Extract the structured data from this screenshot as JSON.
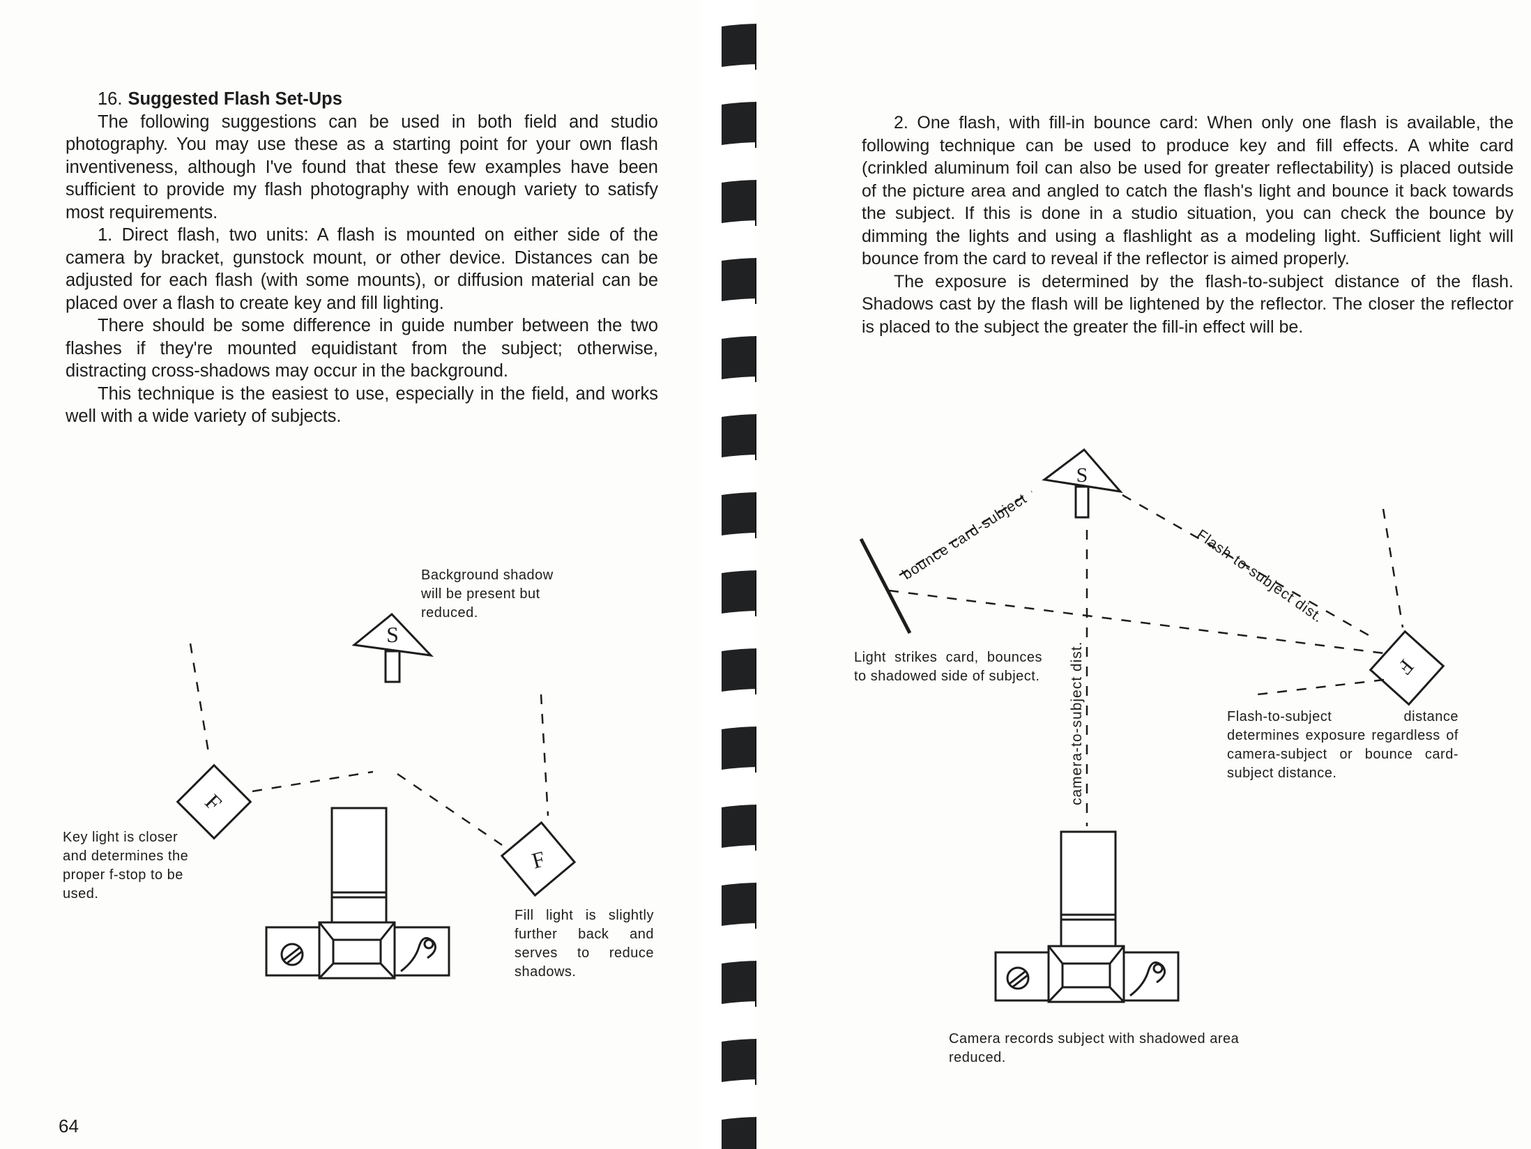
{
  "left_page": {
    "heading_number": "16.",
    "heading_title": "Suggested Flash Set-Ups",
    "paragraphs": [
      "The following suggestions can be used in both field and studio photography. You may use these as a starting point for your own flash inventiveness, although I've found that these few examples have been sufficient to provide my flash photography with enough variety to satisfy most requirements.",
      "1. Direct flash, two units: A flash is mounted on either side of the camera by bracket, gunstock mount, or other device. Distances can be adjusted for each flash (with some mounts), or diffusion material can be placed over a flash to create key and fill lighting.",
      "There should be some difference in guide number between the two flashes if they're mounted equidistant from the subject; otherwise, distracting cross-shadows may occur in the background.",
      "This technique is the easiest to use, especially in the field, and works well with a wide variety of subjects."
    ],
    "captions": {
      "background": "Background shadow will be present but reduced.",
      "key_light": "Key light is closer and determines the proper f-stop to be used.",
      "fill_light": "Fill light is slightly further back and serves to reduce shadows."
    },
    "diagram_labels": {
      "subject": "S",
      "flash_key": "F",
      "flash_fill": "F"
    },
    "page_number": "64"
  },
  "right_page": {
    "paragraphs": [
      "2. One flash, with fill-in bounce card: When only one flash is available, the following technique can be used to produce key and fill effects. A white card (crinkled aluminum foil can also be used for greater reflectability) is placed outside of the picture area and angled to catch the flash's light and bounce it back towards the subject. If this is done in a studio situation, you can check the bounce by dimming the lights and using a flashlight as a modeling light. Sufficient light will bounce from the card to reveal if the reflector is aimed properly.",
      "The exposure is determined by the flash-to-subject distance of the flash. Shadows cast by the flash will be lightened by the reflector. The closer the reflector is placed to the subject the greater the fill-in effect will be."
    ],
    "diagram_labels": {
      "subject": "S",
      "flash": "F",
      "bounce_card_subject": "bounce card-subject",
      "flash_to_subject_dist": "Flash-to-subject dist.",
      "camera_to_subject_dist": "camera-to-subject dist."
    },
    "captions": {
      "light_strikes": "Light strikes card, bounces to shadowed side of subject.",
      "flash_to_subject": "Flash-to-subject distance determines exposure regardless of camera-subject or bounce card-subject distance.",
      "camera_records": "Camera records subject with shadowed area reduced."
    }
  }
}
